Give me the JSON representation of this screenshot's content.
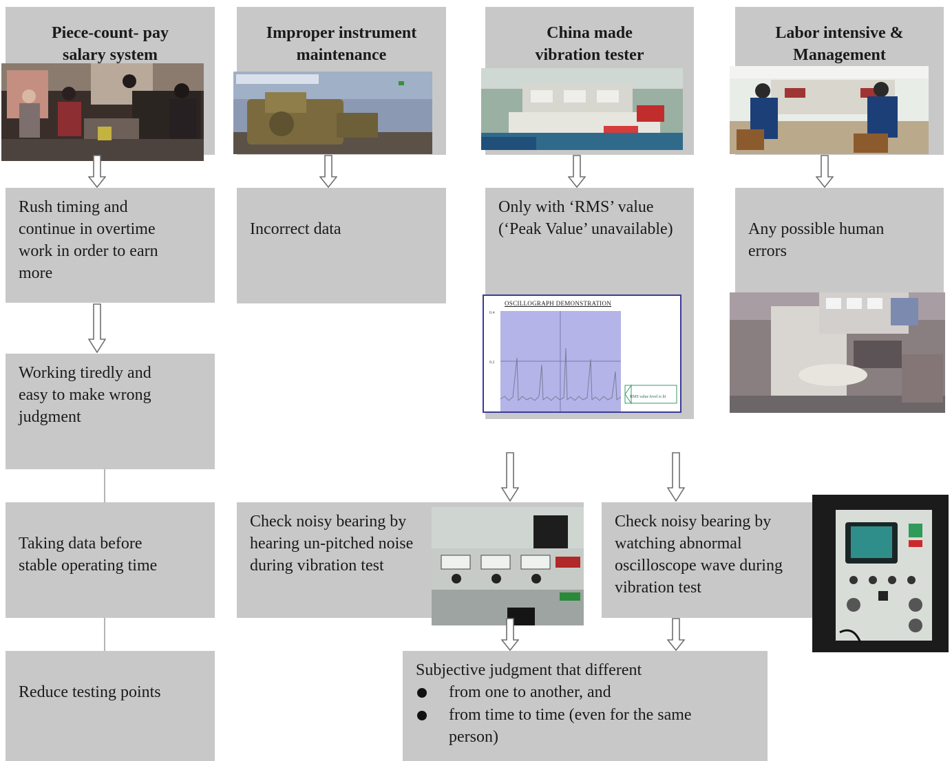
{
  "headers": {
    "h1": "Piece-count- pay\nsalary system",
    "h2": "Improper instrument\nmaintenance",
    "h3": "China made\nvibration tester",
    "h4": "Labor intensive &\nManagement"
  },
  "effects": {
    "rush": "Rush timing and continue in overtime work in order to earn more",
    "incorrect": "Incorrect data",
    "rms": "Only with ‘RMS’ value (‘Peak Value’ unavailable)",
    "human": "Any possible human errors",
    "tired": "Working tiredly and easy to make wrong judgment",
    "taking": "Taking data before stable operating time",
    "reduce": "Reduce testing points",
    "hearing": "Check noisy bearing by hearing un-pitched noise during vibration test",
    "watching": "Check noisy bearing by watching abnormal oscilloscope wave during vibration test",
    "subjective": "Subjective judgment that different",
    "bullets": [
      "from one to another, and",
      "from time to time (even for the same person)"
    ]
  },
  "oscillograph": {
    "title": "OSCILLOGRAPH DEMONSTRATION",
    "note": "RMS value level is lit"
  },
  "colors": {
    "box": "#c8c8c8",
    "arrow": "#6e6e6e"
  }
}
